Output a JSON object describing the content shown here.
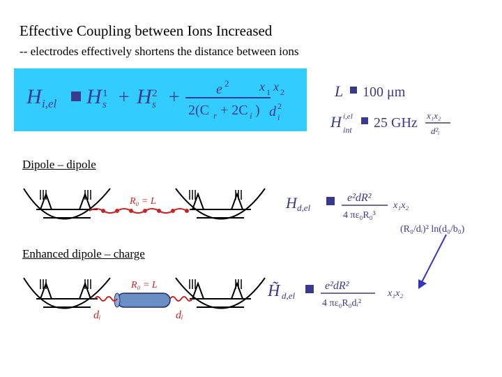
{
  "slide": {
    "title": "Effective Coupling between Ions Increased",
    "subtitle": "-- electrodes effectively shortens the distance between ions",
    "sections": {
      "dipole_label": "Dipole – dipole",
      "enhanced_label": "Enhanced dipole – charge"
    },
    "equations": {
      "L_value": "L = 100 μm",
      "H_int_value": "25 GHz",
      "r0_label": "R₀ = L",
      "d_label": "dᵢ"
    },
    "colors": {
      "box_fill": "#33ccff",
      "equation_text": "#3a3a8c",
      "arrow_blue": "#3333cc",
      "field_red": "#cc2222",
      "cylinder_fill": "#6b8fc4"
    }
  }
}
